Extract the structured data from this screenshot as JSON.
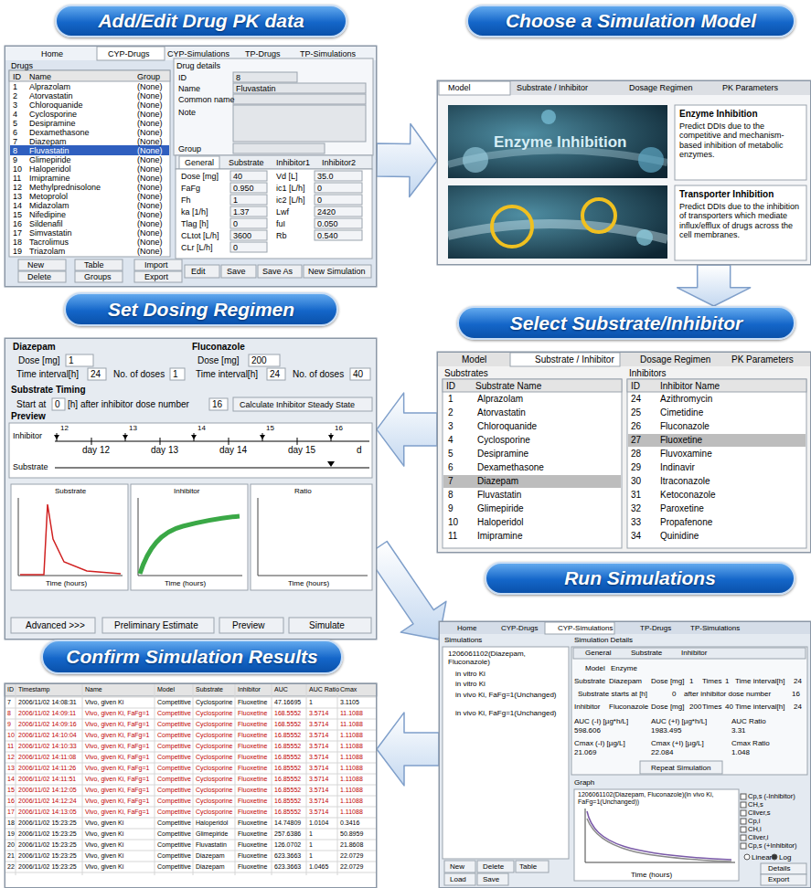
{
  "diagram": {
    "nodes": [
      {
        "text": [
          "Add/Edit Drug PK data"
        ]
      },
      {
        "text": [
          "Choose a Simulation Model"
        ]
      },
      {
        "text": [
          "Set Dosing Regimen"
        ]
      },
      {
        "text": [
          "Select Substrate/Inhibitor"
        ]
      },
      {
        "text": [
          "Run Simulations"
        ]
      },
      {
        "text": [
          "Confirm Simulation Results"
        ]
      }
    ],
    "edges": [
      {
        "from": 0,
        "to": 1,
        "arrow": "to"
      },
      {
        "from": 1,
        "to": 3,
        "arrow": "to"
      },
      {
        "from": 3,
        "to": 2,
        "arrow": "to"
      },
      {
        "from": 2,
        "to": 4,
        "arrow": "to"
      },
      {
        "from": 4,
        "to": 5,
        "arrow": "to"
      }
    ],
    "labels": [
      "Home",
      "CYP-Drugs",
      "CYP-Simulations",
      "TP-Drugs",
      "TP-Simulations",
      "Drugs",
      "ID",
      "Name",
      "Group",
      "1",
      "Alprazolam",
      "(None)",
      "2",
      "Atorvastatin",
      "(None)",
      "3",
      "Chloroquanide",
      "(None)",
      "4",
      "Cyclosporine",
      "(None)",
      "5",
      "Desipramine",
      "(None)",
      "6",
      "Dexamethasone",
      "(None)",
      "7",
      "Diazepam",
      "(None)",
      "8",
      "Fluvastatin",
      "(None)",
      "9",
      "Glimepiride",
      "(None)",
      "10",
      "Haloperidol",
      "(None)",
      "11",
      "Imipramine",
      "(None)",
      "12",
      "Methylprednisolone",
      "(None)",
      "13",
      "Metoprolol",
      "(None)",
      "14",
      "Midazolam",
      "(None)",
      "15",
      "Nifedipine",
      "(None)",
      "16",
      "Sildenafil",
      "(None)",
      "17",
      "Simvastatin",
      "(None)",
      "18",
      "Tacrolimus",
      "(None)",
      "19",
      "Triazolam",
      "(None)",
      "New",
      "Table",
      "Import",
      "Delete",
      "Groups",
      "Export",
      "Drug details",
      "ID",
      "8",
      "Name",
      "Fluvastatin",
      "Common name",
      "Note",
      "Group",
      "General",
      "Substrate",
      "Inhibitor1",
      "Inhibitor2",
      "Dose [mg]",
      "40",
      "FaFg",
      "0.950",
      "Fh",
      "1",
      "ka [1/h]",
      "1.37",
      "Tlag [h]",
      "0",
      "CLtot [L/h]",
      "3600",
      "CLr [L/h]",
      "0",
      "Vd [L]",
      "35.0",
      "ic1 [L/h]",
      "0",
      "ic2 [L/h]",
      "0",
      "Lwf",
      "2420",
      "fuI",
      "0.050",
      "Rb",
      "0.540",
      "Edit",
      "Save",
      "Save As",
      "New Simulation",
      "Model",
      "Substrate / Inhibitor",
      "Dosage Regimen",
      "PK Parameters",
      "Enzyme Inhibition",
      "Enzyme Inhibition",
      "Predict DDIs due to the competitive and mechanism-based inhibition of metabolic enzymes.",
      "Transporter Inhibition",
      "Predict DDIs due to the inhibition of transporters which mediate influx/efflux of drugs across the cell membranes.",
      "Diazepam",
      "Dose [mg]",
      "1",
      "Time interval[h]",
      "24",
      "No. of doses",
      "1",
      "Fluconazole",
      "Dose [mg]",
      "200",
      "Time interval[h]",
      "24",
      "No. of doses",
      "40",
      "Substrate Timing",
      "Start at",
      "0",
      "[h] after inhibitor dose number",
      "16",
      "Calculate Inhibitor Steady State",
      "Preview",
      "Inhibitor",
      "Substrate",
      "12",
      "13",
      "14",
      "15",
      "16",
      "day 12",
      "day 13",
      "day 14",
      "day 15",
      "d",
      "Substrate",
      "Inhibitor",
      "Ratio",
      "Time (hours)",
      "Time (hours)",
      "Time (hours)",
      "Advanced >>>",
      "Preliminary Estimate",
      "Preview",
      "Simulate",
      "Model",
      "Substrate / Inhibitor",
      "Dosage Regimen",
      "PK Parameters",
      "Substrates",
      "ID",
      "Substrate Name",
      "1",
      "Alprazolam",
      "2",
      "Atorvastatin",
      "3",
      "Chloroquanide",
      "4",
      "Cyclosporine",
      "5",
      "Desipramine",
      "6",
      "Dexamethasone",
      "7",
      "Diazepam",
      "8",
      "Fluvastatin",
      "9",
      "Glimepiride",
      "10",
      "Haloperidol",
      "11",
      "Imipramine",
      "Inhibitors",
      "ID",
      "Inhibitor Name",
      "24",
      "Azithromycin",
      "25",
      "Cimetidine",
      "26",
      "Fluconazole",
      "27",
      "Fluoxetine",
      "28",
      "Fluvoxamine",
      "29",
      "Indinavir",
      "30",
      "Itraconazole",
      "31",
      "Ketoconazole",
      "32",
      "Paroxetine",
      "33",
      "Propafenone",
      "34",
      "Quinidine",
      "Home",
      "CYP-Drugs",
      "CYP-Simulations",
      "TP-Drugs",
      "TP-Simulations",
      "Simulations",
      "1206061102(Diazepam, Fluconazole)",
      "in vitro Ki",
      "in vitro Ki",
      "in vivo Ki, FaFg=1(Unchanged)",
      "in vivo Ki, FaFg=1(Unchanged)",
      "New",
      "Delete",
      "Table",
      "Load",
      "Save",
      "Simulation Details",
      "General",
      "Substrate",
      "Inhibitor",
      "Model",
      "Enzyme",
      "Substrate",
      "Diazepam",
      "Dose [mg]",
      "1",
      "Times",
      "1",
      "Time interval[h]",
      "24",
      "Substrate starts at [h]",
      "0",
      "after inhibitor dose number",
      "16",
      "Inhibitor",
      "Fluconazole",
      "Dose [mg]",
      "200",
      "Times",
      "40",
      "Time interval[h]",
      "24",
      "AUC (-I) [µg*h/L]",
      "AUC (+I) [µg*h/L]",
      "AUC Ratio",
      "598.606",
      "1983.495",
      "3.31",
      "Cmax (-I) [µg/L]",
      "Cmax (+I) [µg/L]",
      "Cmax Ratio",
      "21.069",
      "22.084",
      "1.048",
      "Repeat Simulation",
      "Graph",
      "1206061102(Diazepam, Fluconazole)(in vivo Ki, FaFg=1(Unchanged))",
      "Time (hours)",
      "Cp,s (-Inhibitor)",
      "CH,s",
      "Cliver,s",
      "Cp,i",
      "CH,i",
      "Cliver,i",
      "Cp,s (+Inhibitor)",
      "Linear",
      "Log",
      "Details",
      "Export",
      "ID",
      "Timestamp",
      "Name",
      "Model",
      "Substrate",
      "Inhibitor",
      "AUC",
      "AUC Ratio",
      "Cmax",
      "7",
      "2006/11/02 14:08:31",
      "Vivo, given Ki",
      "Competitive",
      "Cyclosporine",
      "Fluoxetine",
      "47.16695",
      "1",
      "3.1105",
      "8",
      "2006/11/02 14:09:11",
      "Vivo, given Ki, FaFg=1",
      "Competitive",
      "Cyclosporine",
      "Fluoxetine",
      "168.5552",
      "3.5714",
      "11.1088",
      "9",
      "2006/11/02 14:09:16",
      "Vivo, given Ki, FaFg=1",
      "Competitive",
      "Cyclosporine",
      "Fluoxetine",
      "168.5552",
      "3.5714",
      "11.1088",
      "10",
      "2006/11/02 14:10:04",
      "Vivo, given Ki, FaFg=1",
      "Competitive",
      "Cyclosporine",
      "Fluoxetine",
      "16.85552",
      "3.5714",
      "1.11088",
      "11",
      "2006/11/02 14:10:33",
      "Vivo, given Ki, FaFg=1",
      "Competitive",
      "Cyclosporine",
      "Fluoxetine",
      "16.85552",
      "3.5714",
      "1.11088",
      "12",
      "2006/11/02 14:11:08",
      "Vivo, given Ki, FaFg=1",
      "Competitive",
      "Cyclosporine",
      "Fluoxetine",
      "16.85552",
      "3.5714",
      "1.11088",
      "13",
      "2006/11/02 14:11:26",
      "Vivo, given Ki, FaFg=1",
      "Competitive",
      "Cyclosporine",
      "Fluoxetine",
      "16.85552",
      "3.5714",
      "1.11088",
      "14",
      "2006/11/02 14:11:51",
      "Vivo, given Ki, FaFg=1",
      "Competitive",
      "Cyclosporine",
      "Fluoxetine",
      "16.85552",
      "3.5714",
      "1.11088",
      "15",
      "2006/11/02 14:12:05",
      "Vivo, given Ki, FaFg=1",
      "Competitive",
      "Cyclosporine",
      "Fluoxetine",
      "16.85552",
      "3.5714",
      "1.11088",
      "16",
      "2006/11/02 14:12:24",
      "Vivo, given Ki, FaFg=1",
      "Competitive",
      "Cyclosporine",
      "Fluoxetine",
      "16.85552",
      "3.5714",
      "1.11088",
      "17",
      "2006/11/02 14:13:05",
      "Vivo, given Ki, FaFg=1",
      "Competitive",
      "Cyclosporine",
      "Fluoxetine",
      "16.85552",
      "3.5714",
      "1.11088",
      "18",
      "2006/11/02 15:23:25",
      "Vivo, given Ki",
      "Competitive",
      "Haloperidol",
      "Fluoxetine",
      "14.74809",
      "1.0104",
      "0.3416",
      "19",
      "2006/11/02 15:23:25",
      "Vivo, given Ki",
      "Competitive",
      "Glimepiride",
      "Fluoxetine",
      "257.6386",
      "1",
      "50.8959",
      "20",
      "2006/11/02 15:23:25",
      "Vivo, given Ki",
      "Competitive",
      "Fluvastatin",
      "Fluoxetine",
      "126.0702",
      "1",
      "21.8608",
      "21",
      "2006/11/02 15:23:25",
      "Vivo, given Ki",
      "Competitive",
      "Diazepam",
      "Fluoxetine",
      "623.3663",
      "1",
      "22.0729",
      "22",
      "2006/11/02 15:23:25",
      "Vivo, given Ki",
      "Competitive",
      "Diazepam",
      "Fluoxetine",
      "623.3663",
      "1.0465",
      "22.0729"
    ]
  }
}
